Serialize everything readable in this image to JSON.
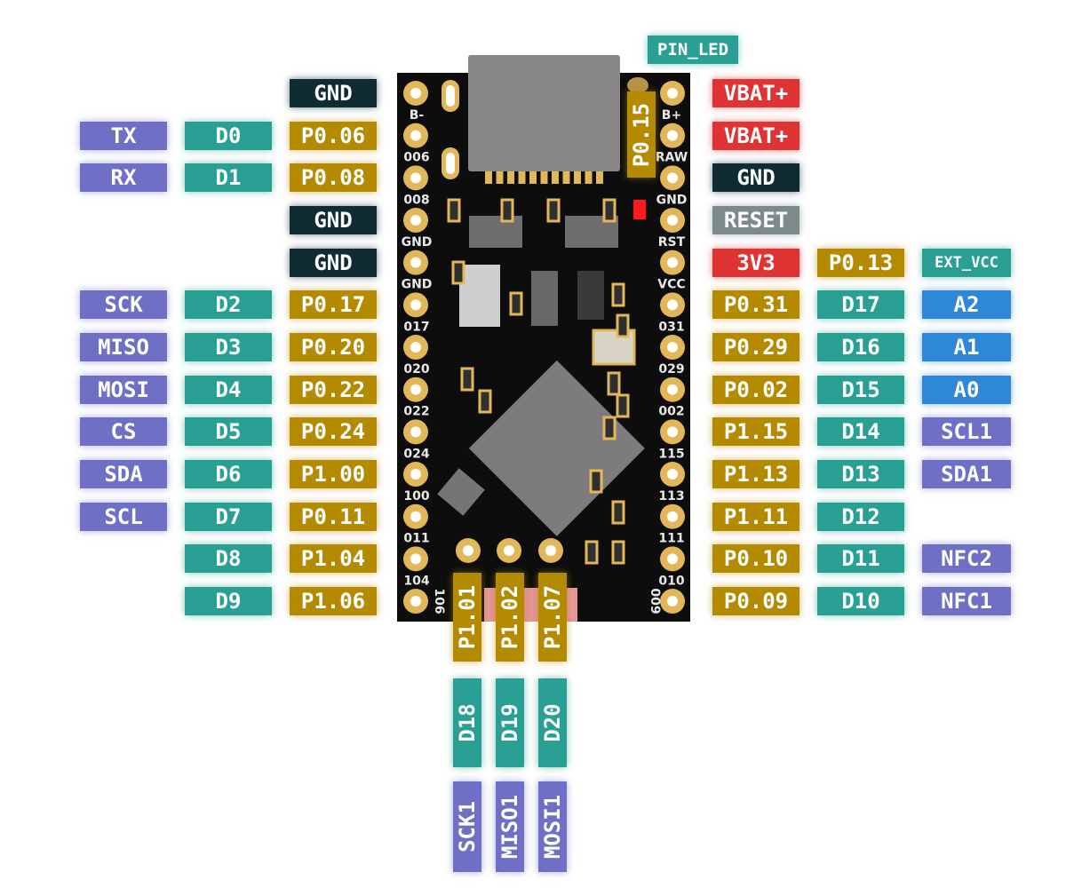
{
  "colors": {
    "port": "#b38a00",
    "digital": "#2aa095",
    "function": "#6f6fc6",
    "analog": "#2d88d8",
    "gnd": "#0f2c33",
    "power": "#e03434",
    "reset": "#7d8a8c",
    "board": "#0d0d0d",
    "pad": "#e2b75a",
    "led": "#ff1a1a"
  },
  "top_label": {
    "text": "PIN_LED",
    "type": "digital"
  },
  "onboard_label": {
    "text": "P0.15",
    "type": "port"
  },
  "left_rows": [
    [
      null,
      null,
      {
        "text": "GND",
        "type": "gnd"
      }
    ],
    [
      {
        "text": "TX",
        "type": "function"
      },
      {
        "text": "D0",
        "type": "digital"
      },
      {
        "text": "P0.06",
        "type": "port"
      }
    ],
    [
      {
        "text": "RX",
        "type": "function"
      },
      {
        "text": "D1",
        "type": "digital"
      },
      {
        "text": "P0.08",
        "type": "port"
      }
    ],
    [
      null,
      null,
      {
        "text": "GND",
        "type": "gnd"
      }
    ],
    [
      null,
      null,
      {
        "text": "GND",
        "type": "gnd"
      }
    ],
    [
      {
        "text": "SCK",
        "type": "function"
      },
      {
        "text": "D2",
        "type": "digital"
      },
      {
        "text": "P0.17",
        "type": "port"
      }
    ],
    [
      {
        "text": "MISO",
        "type": "function"
      },
      {
        "text": "D3",
        "type": "digital"
      },
      {
        "text": "P0.20",
        "type": "port"
      }
    ],
    [
      {
        "text": "MOSI",
        "type": "function"
      },
      {
        "text": "D4",
        "type": "digital"
      },
      {
        "text": "P0.22",
        "type": "port"
      }
    ],
    [
      {
        "text": "CS",
        "type": "function"
      },
      {
        "text": "D5",
        "type": "digital"
      },
      {
        "text": "P0.24",
        "type": "port"
      }
    ],
    [
      {
        "text": "SDA",
        "type": "function"
      },
      {
        "text": "D6",
        "type": "digital"
      },
      {
        "text": "P1.00",
        "type": "port"
      }
    ],
    [
      {
        "text": "SCL",
        "type": "function"
      },
      {
        "text": "D7",
        "type": "digital"
      },
      {
        "text": "P0.11",
        "type": "port"
      }
    ],
    [
      null,
      {
        "text": "D8",
        "type": "digital"
      },
      {
        "text": "P1.04",
        "type": "port"
      }
    ],
    [
      null,
      {
        "text": "D9",
        "type": "digital"
      },
      {
        "text": "P1.06",
        "type": "port"
      }
    ]
  ],
  "right_rows": [
    [
      {
        "text": "VBAT+",
        "type": "power"
      },
      null,
      null
    ],
    [
      {
        "text": "VBAT+",
        "type": "power"
      },
      null,
      null
    ],
    [
      {
        "text": "GND",
        "type": "gnd"
      },
      null,
      null
    ],
    [
      {
        "text": "RESET",
        "type": "reset"
      },
      null,
      null
    ],
    [
      {
        "text": "3V3",
        "type": "power"
      },
      {
        "text": "P0.13",
        "type": "port"
      },
      {
        "text": "EXT_VCC",
        "type": "digital",
        "small": true
      }
    ],
    [
      {
        "text": "P0.31",
        "type": "port"
      },
      {
        "text": "D17",
        "type": "digital"
      },
      {
        "text": "A2",
        "type": "analog"
      }
    ],
    [
      {
        "text": "P0.29",
        "type": "port"
      },
      {
        "text": "D16",
        "type": "digital"
      },
      {
        "text": "A1",
        "type": "analog"
      }
    ],
    [
      {
        "text": "P0.02",
        "type": "port"
      },
      {
        "text": "D15",
        "type": "digital"
      },
      {
        "text": "A0",
        "type": "analog"
      }
    ],
    [
      {
        "text": "P1.15",
        "type": "port"
      },
      {
        "text": "D14",
        "type": "digital"
      },
      {
        "text": "SCL1",
        "type": "function"
      }
    ],
    [
      {
        "text": "P1.13",
        "type": "port"
      },
      {
        "text": "D13",
        "type": "digital"
      },
      {
        "text": "SDA1",
        "type": "function"
      }
    ],
    [
      {
        "text": "P1.11",
        "type": "port"
      },
      {
        "text": "D12",
        "type": "digital"
      },
      null
    ],
    [
      {
        "text": "P0.10",
        "type": "port"
      },
      {
        "text": "D11",
        "type": "digital"
      },
      {
        "text": "NFC2",
        "type": "function"
      }
    ],
    [
      {
        "text": "P0.09",
        "type": "port"
      },
      {
        "text": "D10",
        "type": "digital"
      },
      {
        "text": "NFC1",
        "type": "function"
      }
    ]
  ],
  "bottom_cols": [
    [
      {
        "text": "P1.01",
        "type": "port"
      },
      {
        "text": "D18",
        "type": "digital"
      },
      {
        "text": "SCK1",
        "type": "function"
      }
    ],
    [
      {
        "text": "P1.02",
        "type": "port"
      },
      {
        "text": "D19",
        "type": "digital"
      },
      {
        "text": "MISO1",
        "type": "function"
      }
    ],
    [
      {
        "text": "P1.07",
        "type": "port"
      },
      {
        "text": "D20",
        "type": "digital"
      },
      {
        "text": "MOSI1",
        "type": "function"
      }
    ]
  ],
  "silkscreen": {
    "left": [
      "B-",
      "006",
      "008",
      "GND",
      "GND",
      "017",
      "020",
      "022",
      "024",
      "100",
      "011",
      "104",
      "106"
    ],
    "right": [
      "B+",
      "RAW",
      "GND",
      "RST",
      "VCC",
      "031",
      "029",
      "002",
      "115",
      "113",
      "111",
      "010",
      "009"
    ]
  }
}
